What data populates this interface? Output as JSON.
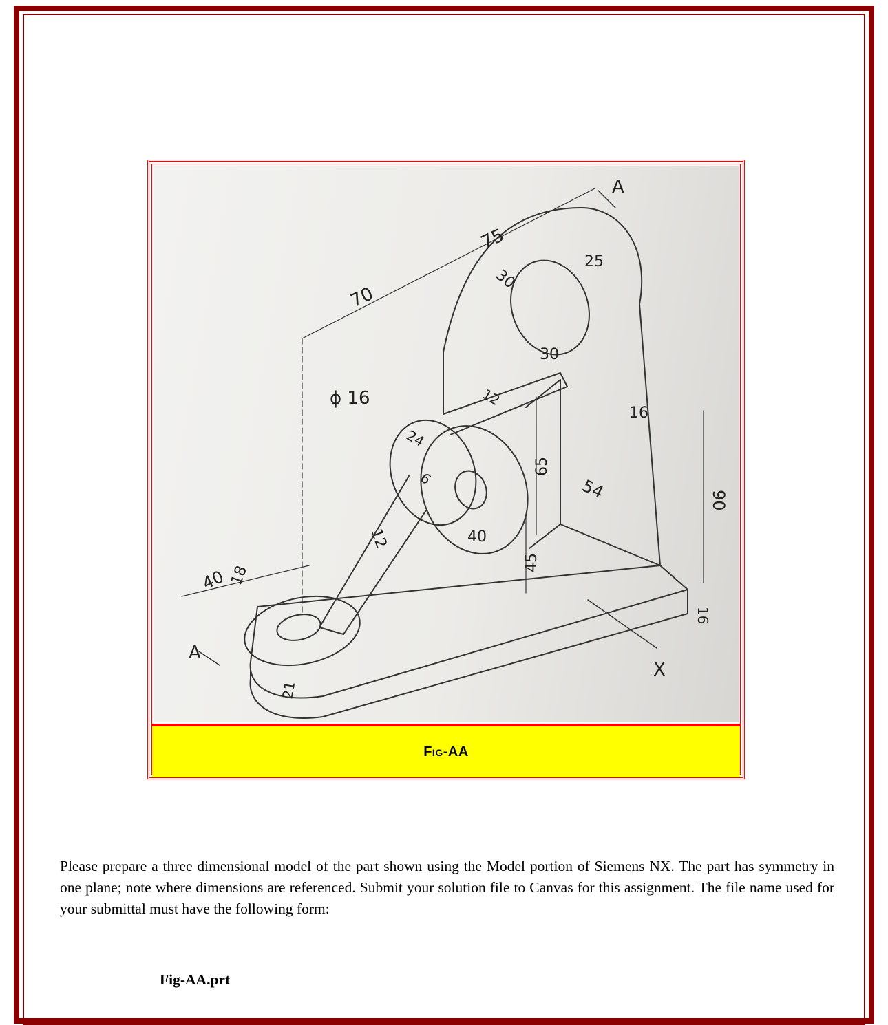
{
  "figure": {
    "caption": "Fig-AA",
    "section_label_top": "A",
    "section_label_bottom": "A",
    "view_label": "X",
    "dimensions": {
      "d75": "75",
      "d70": "70",
      "r25": "25",
      "r30": "30",
      "w30": "30",
      "dia16": "ϕ 16",
      "w12_top": "12",
      "w24": "24",
      "h65": "65",
      "r16": "16",
      "w6": "6",
      "w54": "54",
      "h90": "90",
      "w12_web": "12",
      "w40_boss": "40",
      "h45": "45",
      "w40_left": "40",
      "w18": "18",
      "h16": "16",
      "h21": "21"
    }
  },
  "text": {
    "instructions": "Please prepare a three dimensional model of the part shown using the Model portion of Siemens NX. The part has symmetry in one plane; note where dimensions are referenced.   Submit your solution file to Canvas for this assignment.  The file name used for your submittal must have the following form:",
    "filename": "Fig-AA.prt"
  },
  "colors": {
    "border": "#8b0000",
    "figure_border": "#ff0000",
    "caption_bg": "#ffff00"
  }
}
